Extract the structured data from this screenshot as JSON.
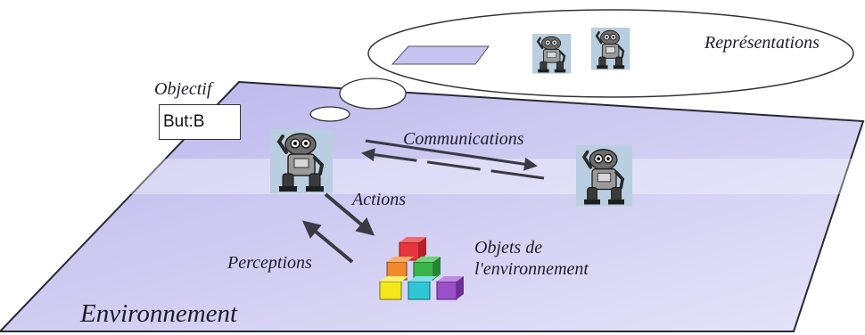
{
  "diagram": {
    "labels": {
      "representations": "Représentations",
      "objective": "Objectif",
      "goal_box": "But:B",
      "communications": "Communications",
      "actions": "Actions",
      "perceptions": "Perceptions",
      "objects_line1": "Objets de",
      "objects_line2": "l'environnement",
      "environment": "Environnement"
    },
    "colors": {
      "plane_fill": "#c9c6ef",
      "plane_edge": "#2a2a33",
      "arrow": "#3a3a45",
      "robot_tile": "#b9cfe1",
      "cube_red": "#e8343e",
      "cube_orange": "#f08a2d",
      "cube_green": "#39b54a",
      "cube_yellow": "#f2e81a",
      "cube_cyan": "#2fc7d6",
      "cube_purple": "#9b4fc9",
      "representation_plane": "#c7c4f1"
    },
    "icons": [
      "agent-robot-icon",
      "cube-stack-icon",
      "thought-bubble-icon"
    ]
  }
}
